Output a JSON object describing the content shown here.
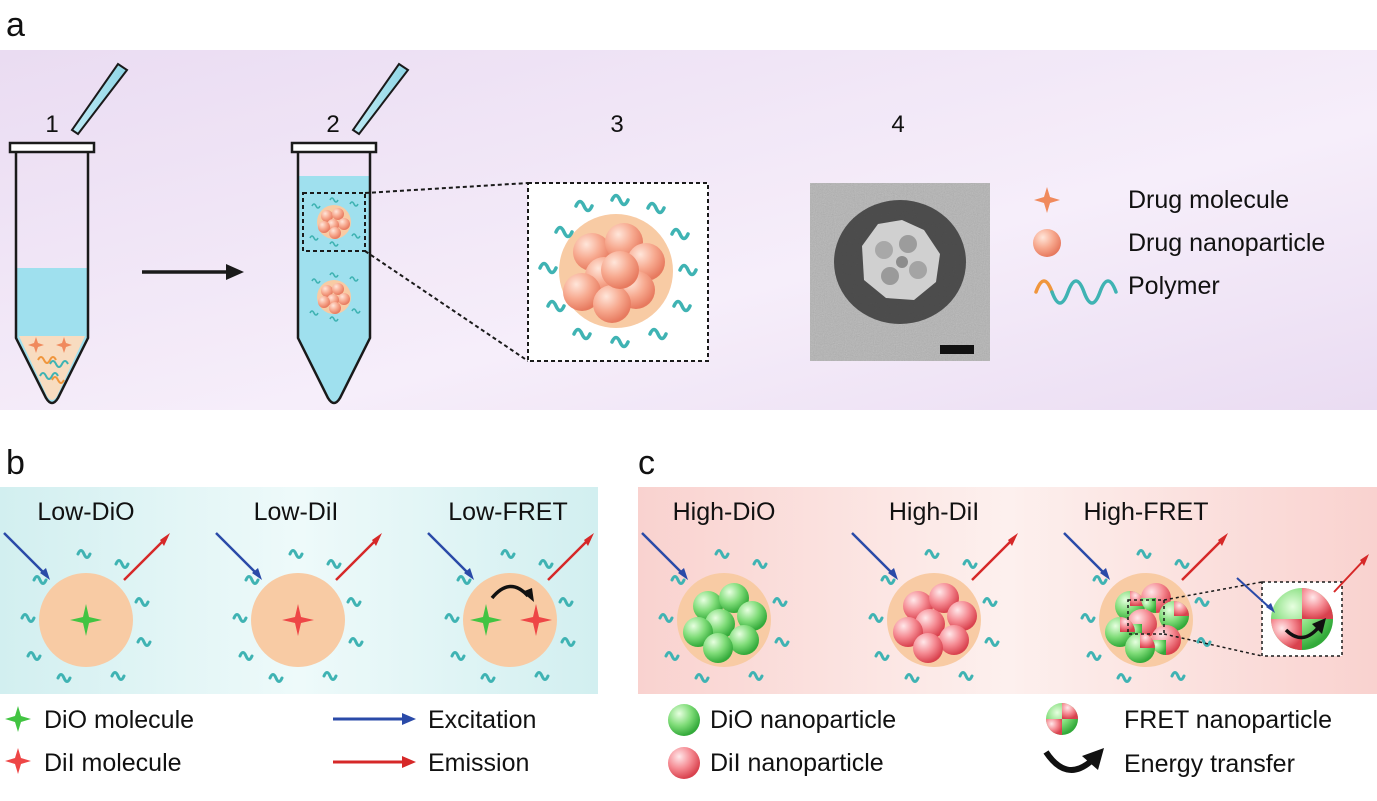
{
  "panel_a": {
    "letter": "a",
    "steps": [
      "1",
      "2",
      "3",
      "4"
    ],
    "legend": {
      "drug_molecule": "Drug molecule",
      "drug_nanoparticle": "Drug nanoparticle",
      "polymer": "Polymer"
    }
  },
  "panel_b": {
    "letter": "b",
    "conditions": [
      "Low-DiO",
      "Low-DiI",
      "Low-FRET"
    ],
    "legend": {
      "dio_molecule": "DiO molecule",
      "dii_molecule": "DiI molecule",
      "excitation": "Excitation",
      "emission": "Emission"
    }
  },
  "panel_c": {
    "letter": "c",
    "conditions": [
      "High-DiO",
      "High-DiI",
      "High-FRET"
    ],
    "legend": {
      "dio_nanoparticle": "DiO nanoparticle",
      "dii_nanoparticle": "DiI nanoparticle",
      "fret_nanoparticle": "FRET nanoparticle",
      "energy_transfer": "Energy transfer"
    }
  },
  "colors": {
    "panel_a_bg": "#efe3f5",
    "panel_b_bg": "#dff4f4",
    "panel_c_bg": "#fbe1de",
    "water": "#9fe0ee",
    "core": "#f8cba4",
    "drug": "#f08a5d",
    "polymer_teal": "#3fb3b3",
    "polymer_orange": "#f0963c",
    "green": "#4cc84c",
    "red": "#f04a4a",
    "excitation": "#2a4aa8",
    "emission": "#d62828"
  }
}
